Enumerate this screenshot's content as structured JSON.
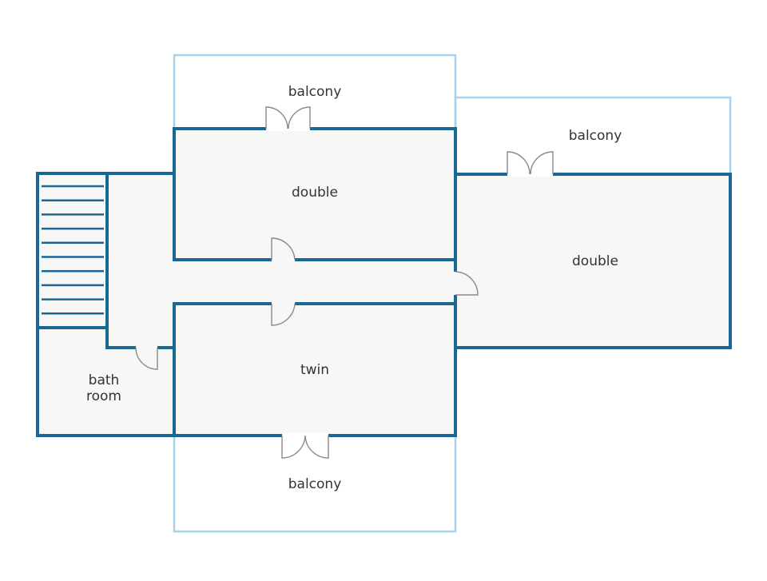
{
  "colors": {
    "wall": "#1a6796",
    "balcony": "#a8d1ec",
    "floor": "#f7f7f6",
    "text": "#333333",
    "door": "#8a8a8a"
  },
  "labels": {
    "balcony_top": "balcony",
    "balcony_right": "balcony",
    "balcony_bottom": "balcony",
    "double_top": "double",
    "double_right": "double",
    "twin": "twin",
    "bath_line1": "bath",
    "bath_line2": "room"
  },
  "stairs": {
    "steps": 10
  }
}
